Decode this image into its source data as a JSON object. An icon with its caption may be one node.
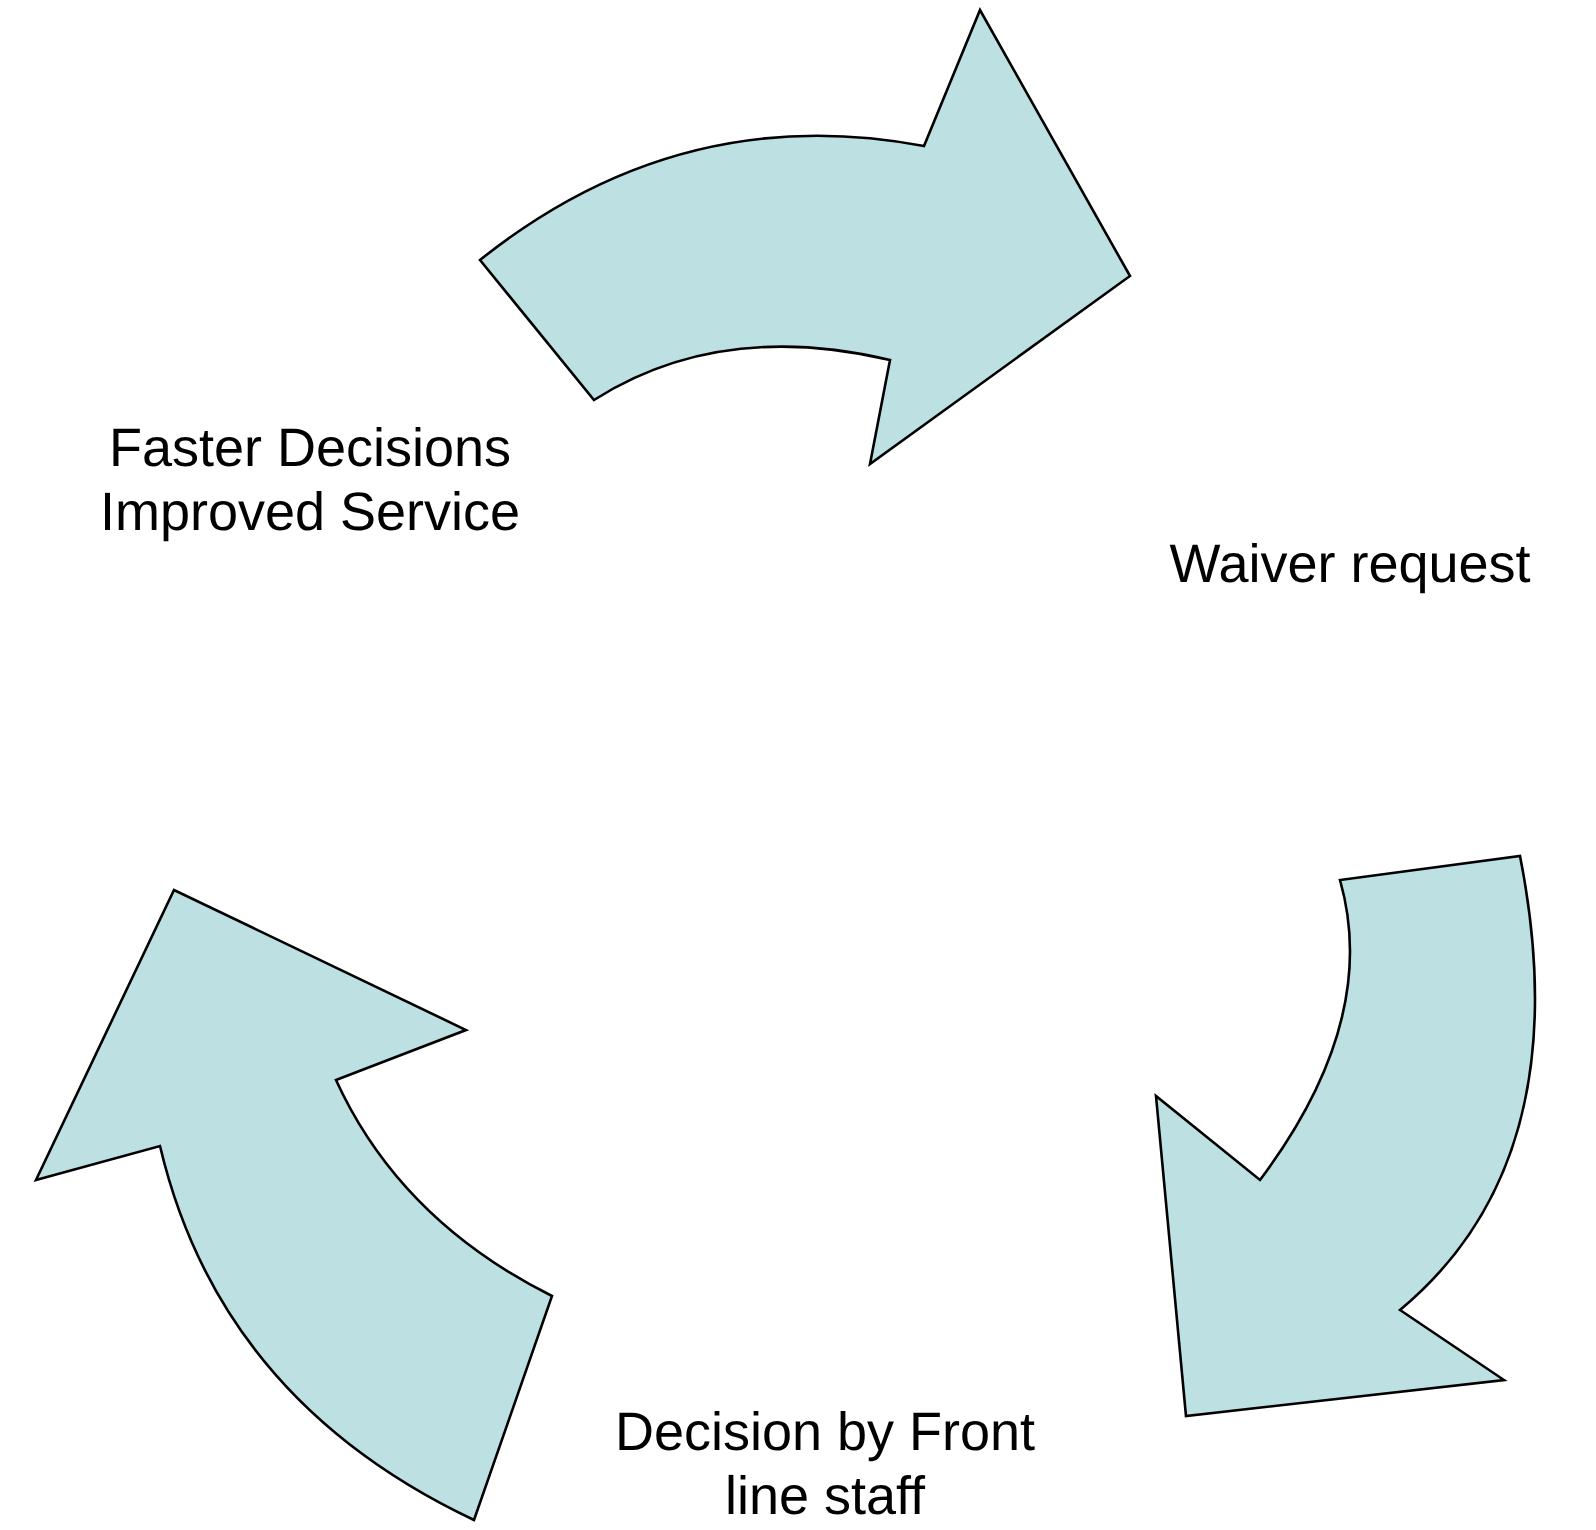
{
  "diagram": {
    "nodes": [
      {
        "text": [
          "Faster Decisions Improved Service"
        ]
      },
      {
        "text": [
          "Waiver request"
        ]
      },
      {
        "text": [
          "Decision by Front line staff"
        ]
      }
    ],
    "edges": [
      {
        "from": 0,
        "to": 1,
        "arrow": "to"
      },
      {
        "from": 1,
        "to": 2,
        "arrow": "to"
      },
      {
        "from": 2,
        "to": 0,
        "arrow": "to"
      }
    ]
  }
}
